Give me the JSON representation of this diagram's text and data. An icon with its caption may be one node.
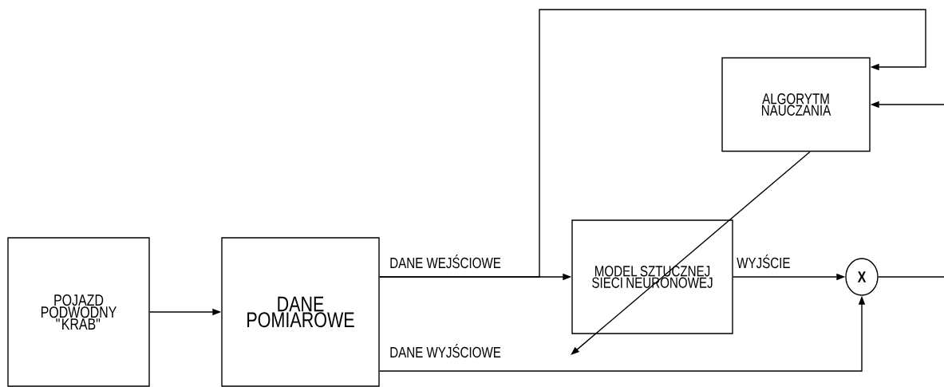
{
  "diagram": {
    "nodes": [
      {
        "text": [
          "POJAZD PODWODNY \"KRAB\""
        ]
      },
      {
        "text": [
          "DANE POMIAROWE"
        ]
      },
      {
        "text": [
          "ALGORYTM NAUCZANIA"
        ]
      },
      {
        "text": [
          "MODEL SZTUCZNEJ SIECI NEURONOWEJ"
        ]
      },
      {
        "text": [
          "X"
        ]
      }
    ],
    "edges": [
      {
        "from": 0,
        "to": 1,
        "arrow": "to"
      },
      {
        "from": 1,
        "to": 3,
        "arrow": "to",
        "label": "DANE WEJŚCIOWE"
      },
      {
        "from": 1,
        "to": 2,
        "arrow": "to"
      },
      {
        "from": 3,
        "to": 4,
        "arrow": "to",
        "label": "WYJŚCIE"
      },
      {
        "from": 4,
        "to": null,
        "arrow": "none"
      },
      {
        "from": null,
        "to": 2,
        "arrow": "to"
      },
      {
        "from": 1,
        "to": 4,
        "arrow": "to",
        "label": "DANE WYJŚCIOWE"
      },
      {
        "from": 2,
        "to": null,
        "arrow": "to"
      }
    ]
  }
}
